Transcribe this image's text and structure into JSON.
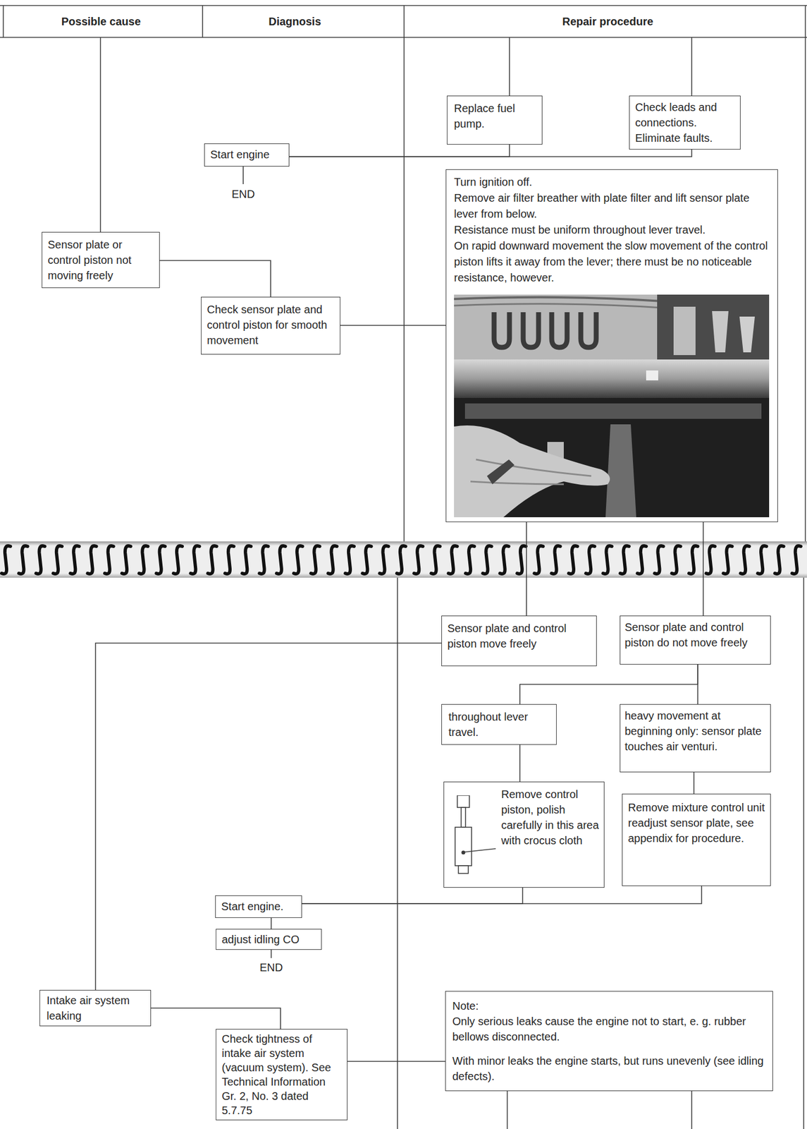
{
  "diagram": {
    "nodes": [
      {
        "text": [
          "Replace fuel pump."
        ]
      },
      {
        "text": [
          "Check leads and connections. Eliminate faults."
        ]
      },
      {
        "text": [
          "Start engine"
        ]
      },
      {
        "text": [
          "Turn ignition off.",
          "Remove air filter breather with plate filter and lift sensor plate lever from below.",
          "Resistance must be uniform throughout lever travel.",
          "On rapid downward movement the slow movement of the control piston lifts it away from the lever; there must be no noticeable resistance, however."
        ]
      },
      {
        "text": [
          "Sensor plate or control piston not moving freely"
        ]
      },
      {
        "text": [
          "Check sensor plate and control piston for smooth movement"
        ]
      },
      {
        "text": [
          "Sensor plate and control piston move freely"
        ]
      },
      {
        "text": [
          "Sensor plate and control piston do not move freely"
        ]
      },
      {
        "text": [
          "throughout lever travel."
        ]
      },
      {
        "text": [
          "heavy movement at beginning only: sensor plate touches air venturi."
        ]
      },
      {
        "text": [
          "Remove control piston, polish carefully in this area with crocus cloth"
        ]
      },
      {
        "text": [
          "Remove mixture control unit readjust sensor plate, see appendix for procedure."
        ]
      },
      {
        "text": [
          "Start engine."
        ]
      },
      {
        "text": [
          "adjust idling CO"
        ]
      },
      {
        "text": [
          "Intake air system leaking"
        ]
      },
      {
        "text": [
          "Check tightness of intake air system (vacuum system). See Technical Information Gr. 2, No. 3 dated 5.7.75"
        ]
      },
      {
        "text": [
          "Note:",
          "Only serious leaks cause the engine not to start, e. g. rubber bellows disconnected.",
          "With minor leaks the engine starts, but runs unevenly (see idling defects)."
        ]
      }
    ],
    "edges": [
      {
        "from": 0,
        "to": 2,
        "arrow": "none"
      },
      {
        "from": 1,
        "to": 2,
        "arrow": "none"
      },
      {
        "from": 4,
        "to": 5,
        "arrow": "none"
      },
      {
        "from": 5,
        "to": 3,
        "arrow": "none"
      },
      {
        "from": 3,
        "to": 6,
        "arrow": "none"
      },
      {
        "from": 3,
        "to": 7,
        "arrow": "none"
      },
      {
        "from": 7,
        "to": 8,
        "arrow": "none"
      },
      {
        "from": 7,
        "to": 9,
        "arrow": "none"
      },
      {
        "from": 8,
        "to": 10,
        "arrow": "none"
      },
      {
        "from": 9,
        "to": 11,
        "arrow": "none"
      },
      {
        "from": 10,
        "to": 12,
        "arrow": "none"
      },
      {
        "from": 11,
        "to": 12,
        "arrow": "none"
      },
      {
        "from": 12,
        "to": 13,
        "arrow": "none"
      },
      {
        "from": 6,
        "to": 14,
        "arrow": "none"
      },
      {
        "from": 14,
        "to": 15,
        "arrow": "none"
      },
      {
        "from": 15,
        "to": 16,
        "arrow": "none"
      }
    ],
    "labels": [
      "Possible cause",
      "Diagnosis",
      "Repair procedure",
      "END",
      "END"
    ]
  }
}
